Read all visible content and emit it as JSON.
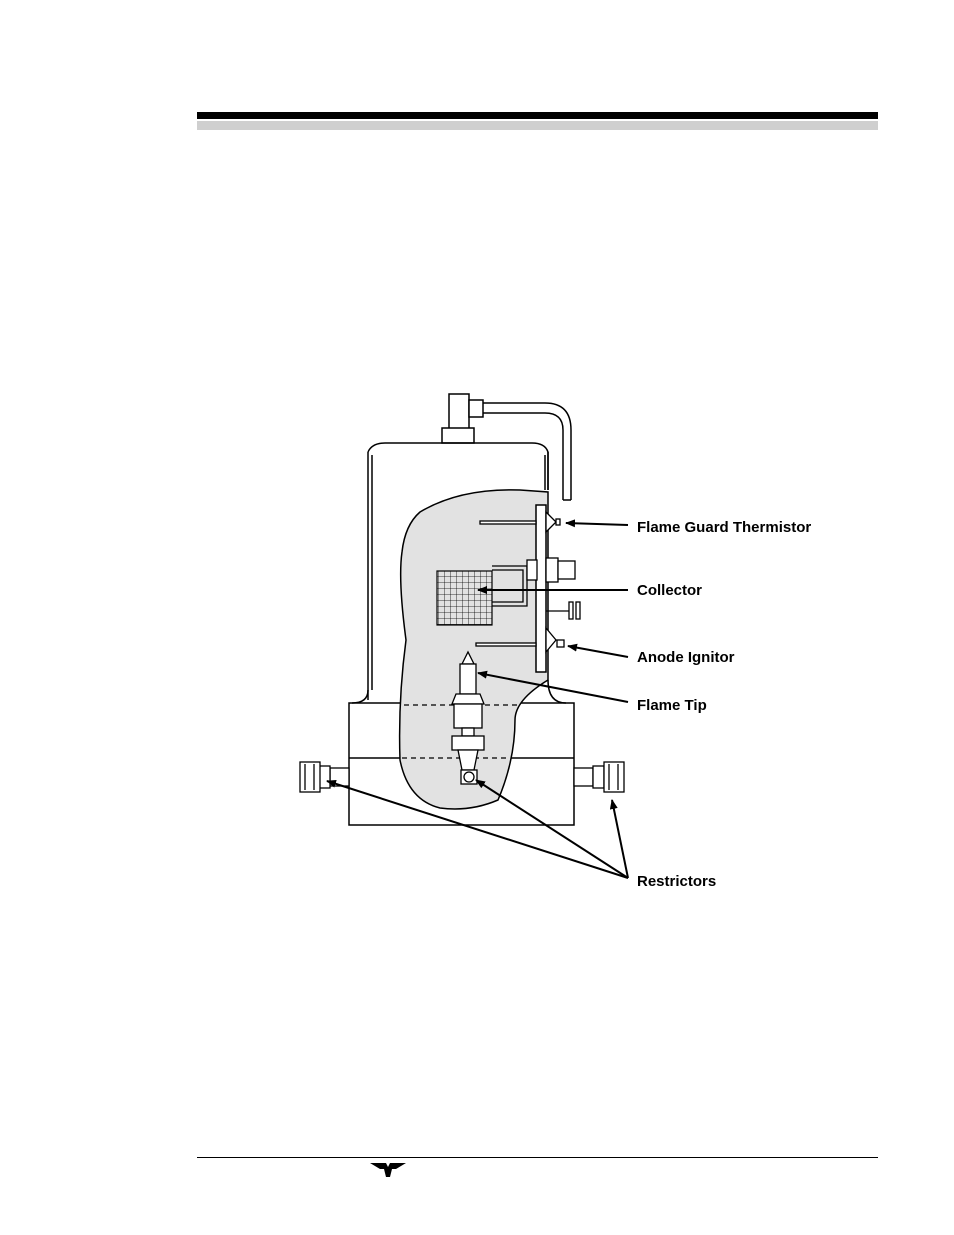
{
  "figure": {
    "callouts": {
      "flame_guard_thermistor": "Flame Guard Thermistor",
      "collector": "Collector",
      "anode_ignitor": "Anode Ignitor",
      "flame_tip": "Flame Tip",
      "restrictors": "Restrictors"
    }
  }
}
